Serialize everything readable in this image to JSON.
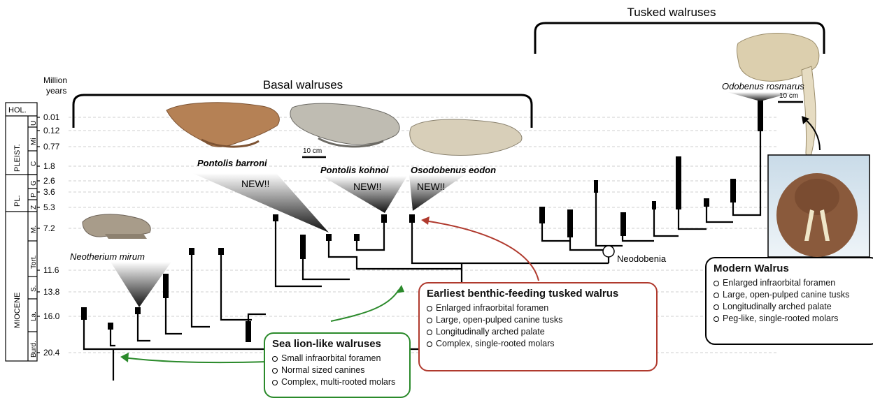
{
  "timescale": {
    "header": [
      "Million",
      "years"
    ],
    "ages": [
      "0.01",
      "0.12",
      "0.77",
      "1.8",
      "2.6",
      "3.6",
      "5.3",
      "7.2",
      "11.6",
      "13.8",
      "16.0",
      "20.4"
    ],
    "epochs": [
      "HOL.",
      "PLEIST.",
      "PL.",
      "MIOCENE"
    ],
    "stages": [
      "U",
      "Mi",
      "C",
      "G",
      "P",
      "Z",
      "M.",
      "Tort.",
      "S.",
      "La.",
      "Burd."
    ]
  },
  "groups": {
    "basal": "Basal walruses",
    "tusked": "Tusked walruses"
  },
  "taxa": {
    "neotherium": "Neotherium mirum",
    "barroni": "Pontolis barroni",
    "kohnoi": "Pontolis kohnoi",
    "eodon": "Osodobenus eodon",
    "rosmarus": "Odobenus rosmarus"
  },
  "new_tags": [
    "NEW!!",
    "NEW!!",
    "NEW!!"
  ],
  "node_label": "Neodobenia",
  "scale_bar": "10 cm",
  "boxes": {
    "sealion": {
      "title": "Sea lion-like walruses",
      "items": [
        "Small infraorbital foramen",
        "Normal sized canines",
        "Complex, multi-rooted molars"
      ],
      "color": "#2b8a2b"
    },
    "benthic": {
      "title": "Earliest benthic-feeding tusked walrus",
      "items": [
        "Enlarged infraorbital foramen",
        "Large, open-pulped canine tusks",
        "Longitudinally arched palate",
        "Complex, single-rooted molars"
      ],
      "color": "#b03a2e"
    },
    "modern": {
      "title": "Modern Walrus",
      "items": [
        "Enlarged infraorbital foramen",
        "Large, open-pulped canine tusks",
        "Longitudinally arched palate",
        "Peg-like, single-rooted molars"
      ],
      "color": "#000000"
    }
  }
}
